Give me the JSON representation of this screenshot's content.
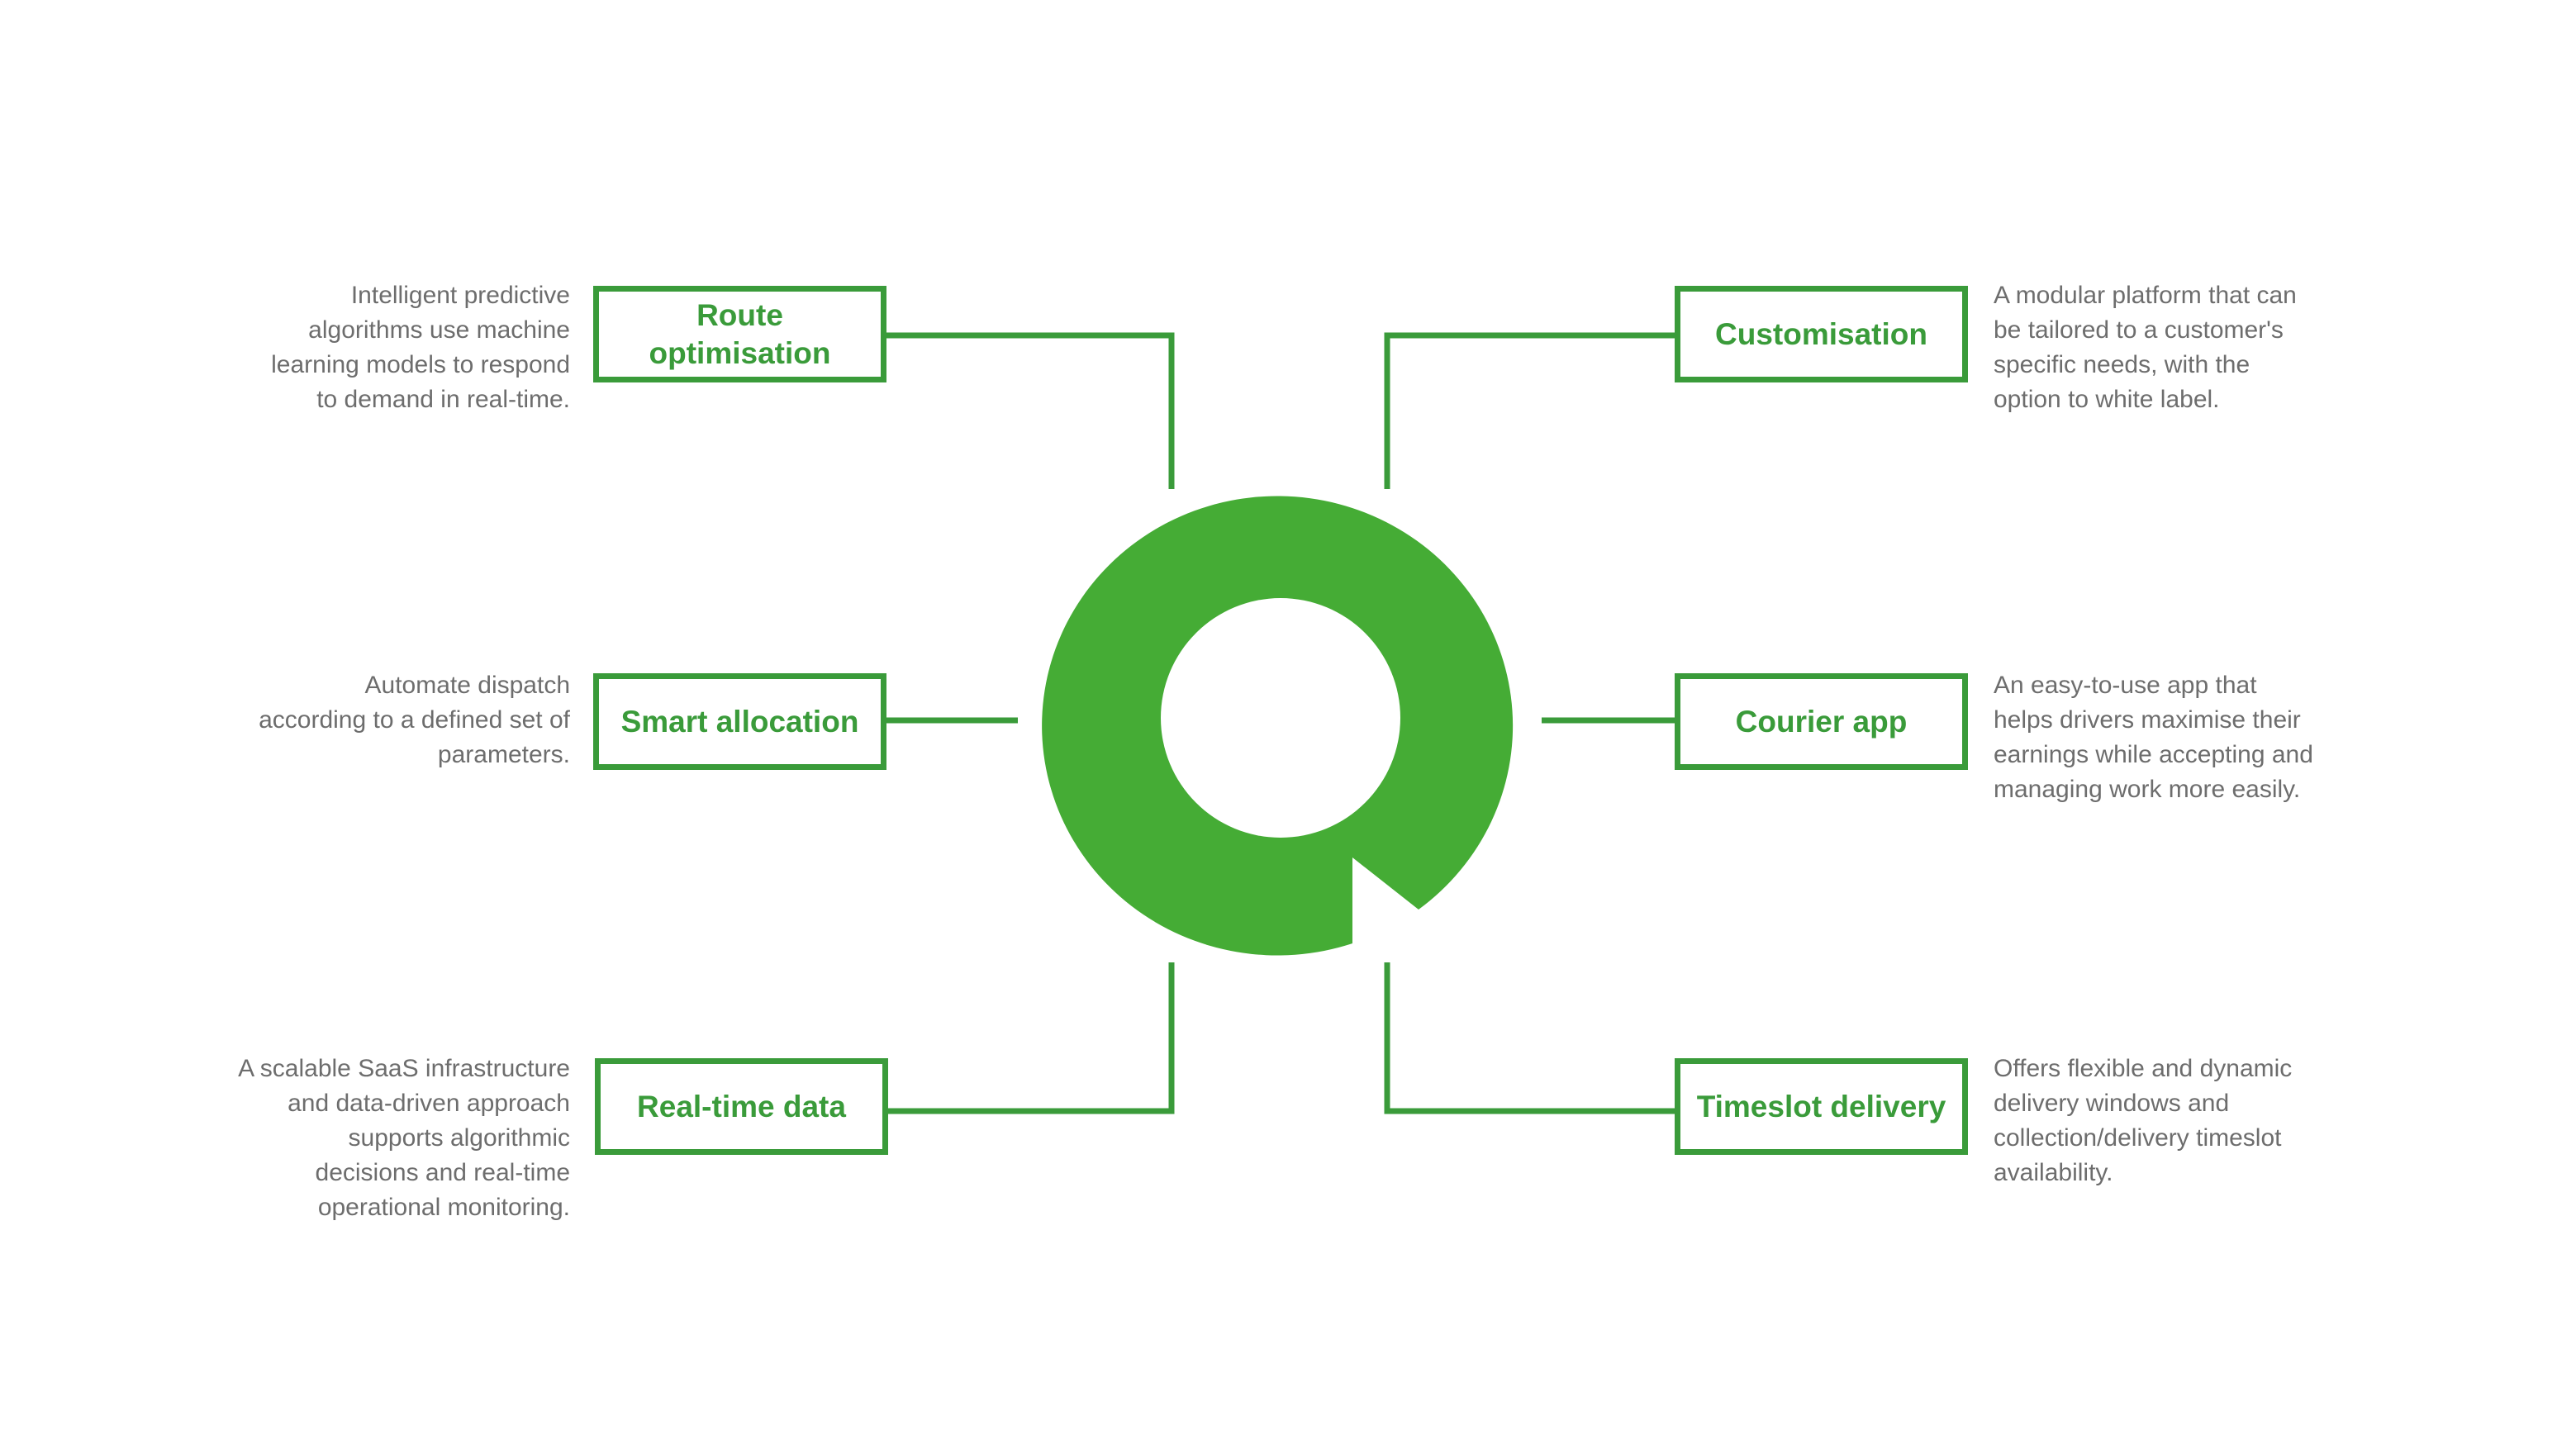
{
  "colors": {
    "accent": "#3a9b3a",
    "logo": "#45ac35",
    "text": "#6d6d6d",
    "background": "#ffffff"
  },
  "center_logo": {
    "icon": "green-ring-logo-icon"
  },
  "features": {
    "route_optimisation": {
      "label_lines": [
        "Route",
        "optimisation"
      ],
      "description_lines": [
        "Intelligent predictive",
        "algorithms use machine",
        "learning models to respond",
        "to demand in real-time."
      ]
    },
    "smart_allocation": {
      "label_lines": [
        "Smart allocation"
      ],
      "description_lines": [
        "Automate dispatch",
        "according to a defined set of",
        "parameters."
      ]
    },
    "real_time_data": {
      "label_lines": [
        "Real-time data"
      ],
      "description_lines": [
        "A scalable SaaS infrastructure",
        "and data-driven approach",
        "supports algorithmic",
        "decisions and real-time",
        "operational monitoring."
      ]
    },
    "customisation": {
      "label_lines": [
        "Customisation"
      ],
      "description_lines": [
        "A modular platform that can",
        "be tailored to a customer's",
        "specific needs, with the",
        "option to white label."
      ]
    },
    "courier_app": {
      "label_lines": [
        "Courier app"
      ],
      "description_lines": [
        "An easy-to-use app that",
        "helps drivers maximise their",
        "earnings while accepting and",
        "managing work more easily."
      ]
    },
    "timeslot_delivery": {
      "label_lines": [
        "Timeslot delivery"
      ],
      "description_lines": [
        "Offers flexible and dynamic",
        "delivery windows and",
        "collection/delivery timeslot",
        "availability."
      ]
    }
  }
}
